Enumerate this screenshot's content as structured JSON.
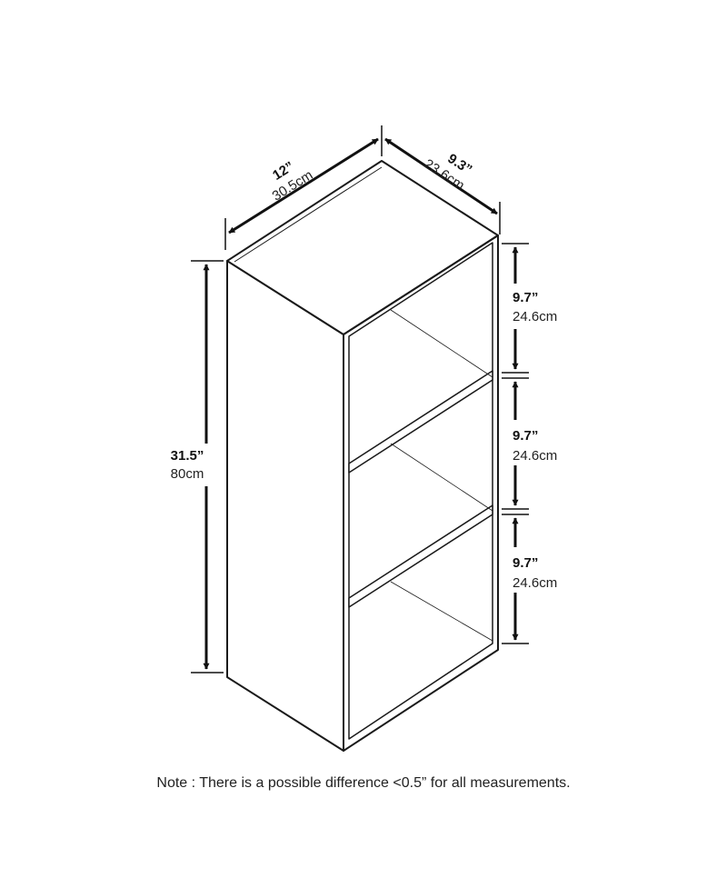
{
  "dimensions": {
    "width": {
      "imperial": "12”",
      "metric": "30.5cm"
    },
    "depth": {
      "imperial": "9.3”",
      "metric": "23.6cm"
    },
    "height": {
      "imperial": "31.5”",
      "metric": "80cm"
    },
    "shelf_top": {
      "imperial": "9.7”",
      "metric": "24.6cm"
    },
    "shelf_middle": {
      "imperial": "9.7”",
      "metric": "24.6cm"
    },
    "shelf_bottom": {
      "imperial": "9.7”",
      "metric": "24.6cm"
    }
  },
  "note": "Note : There is a possible difference <0.5” for all measurements."
}
